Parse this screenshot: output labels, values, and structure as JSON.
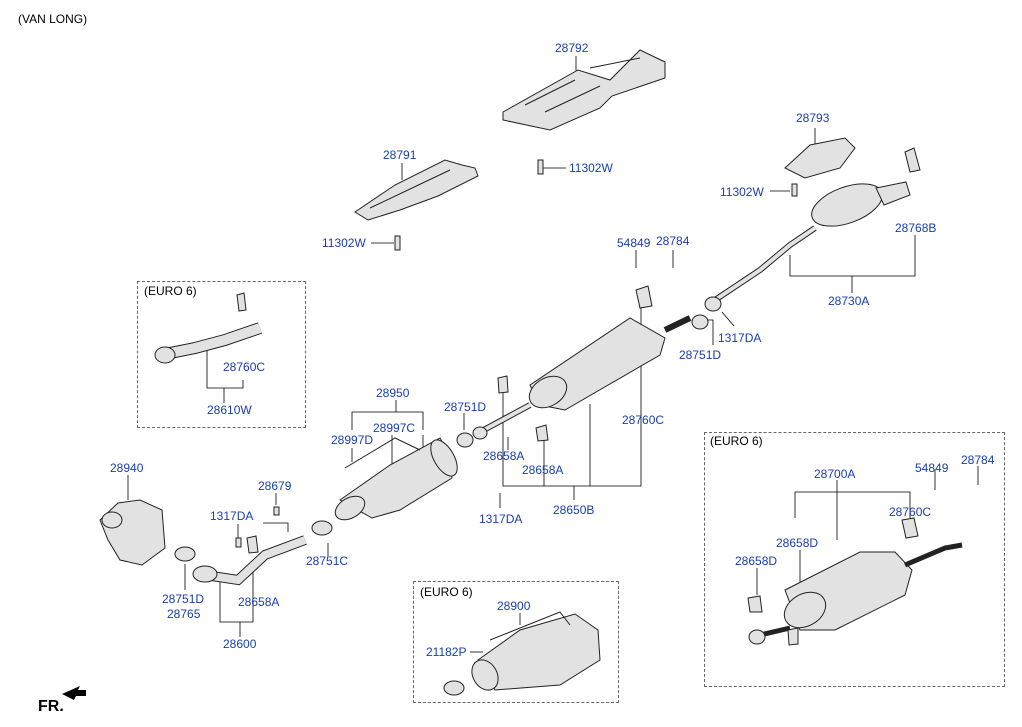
{
  "header": "(VAN LONG)",
  "groups": {
    "euro6_a": "(EURO 6)",
    "euro6_b": "(EURO 6)",
    "euro6_c": "(EURO 6)"
  },
  "fr": "FR.",
  "colors": {
    "label": "#1a3fa8",
    "line": "#000000",
    "part_fill": "#e2e2e2",
    "part_stroke": "#222222"
  },
  "labels": {
    "p28792": "28792",
    "p28791": "28791",
    "p11302w_a": "11302W",
    "p11302w_b": "11302W",
    "p11302w_c": "11302W",
    "p28793": "28793",
    "p28768b": "28768B",
    "p28730a": "28730A",
    "p54849_a": "54849",
    "p28784_a": "28784",
    "p28751d_a": "28751D",
    "p1317da_a": "1317DA",
    "p28760c_a": "28760C",
    "p28610w": "28610W",
    "p28950": "28950",
    "p28997d": "28997D",
    "p28997c": "28997C",
    "p28751d_b": "28751D",
    "p28658a_a": "28658A",
    "p28658a_b": "28658A",
    "p28650b": "28650B",
    "p1317da_b": "1317DA",
    "p28760c_b": "28760C",
    "p28940": "28940",
    "p28679": "28679",
    "p1317da_c": "1317DA",
    "p28751c": "28751C",
    "p28751d_c": "28751D",
    "p28765": "28765",
    "p28658a_c": "28658A",
    "p28600": "28600",
    "p28900": "28900",
    "p21182p": "21182P",
    "p28700a": "28700A",
    "p54849_b": "54849",
    "p28784_b": "28784",
    "p28760c_c": "28760C",
    "p28658d_a": "28658D",
    "p28658d_b": "28658D"
  }
}
